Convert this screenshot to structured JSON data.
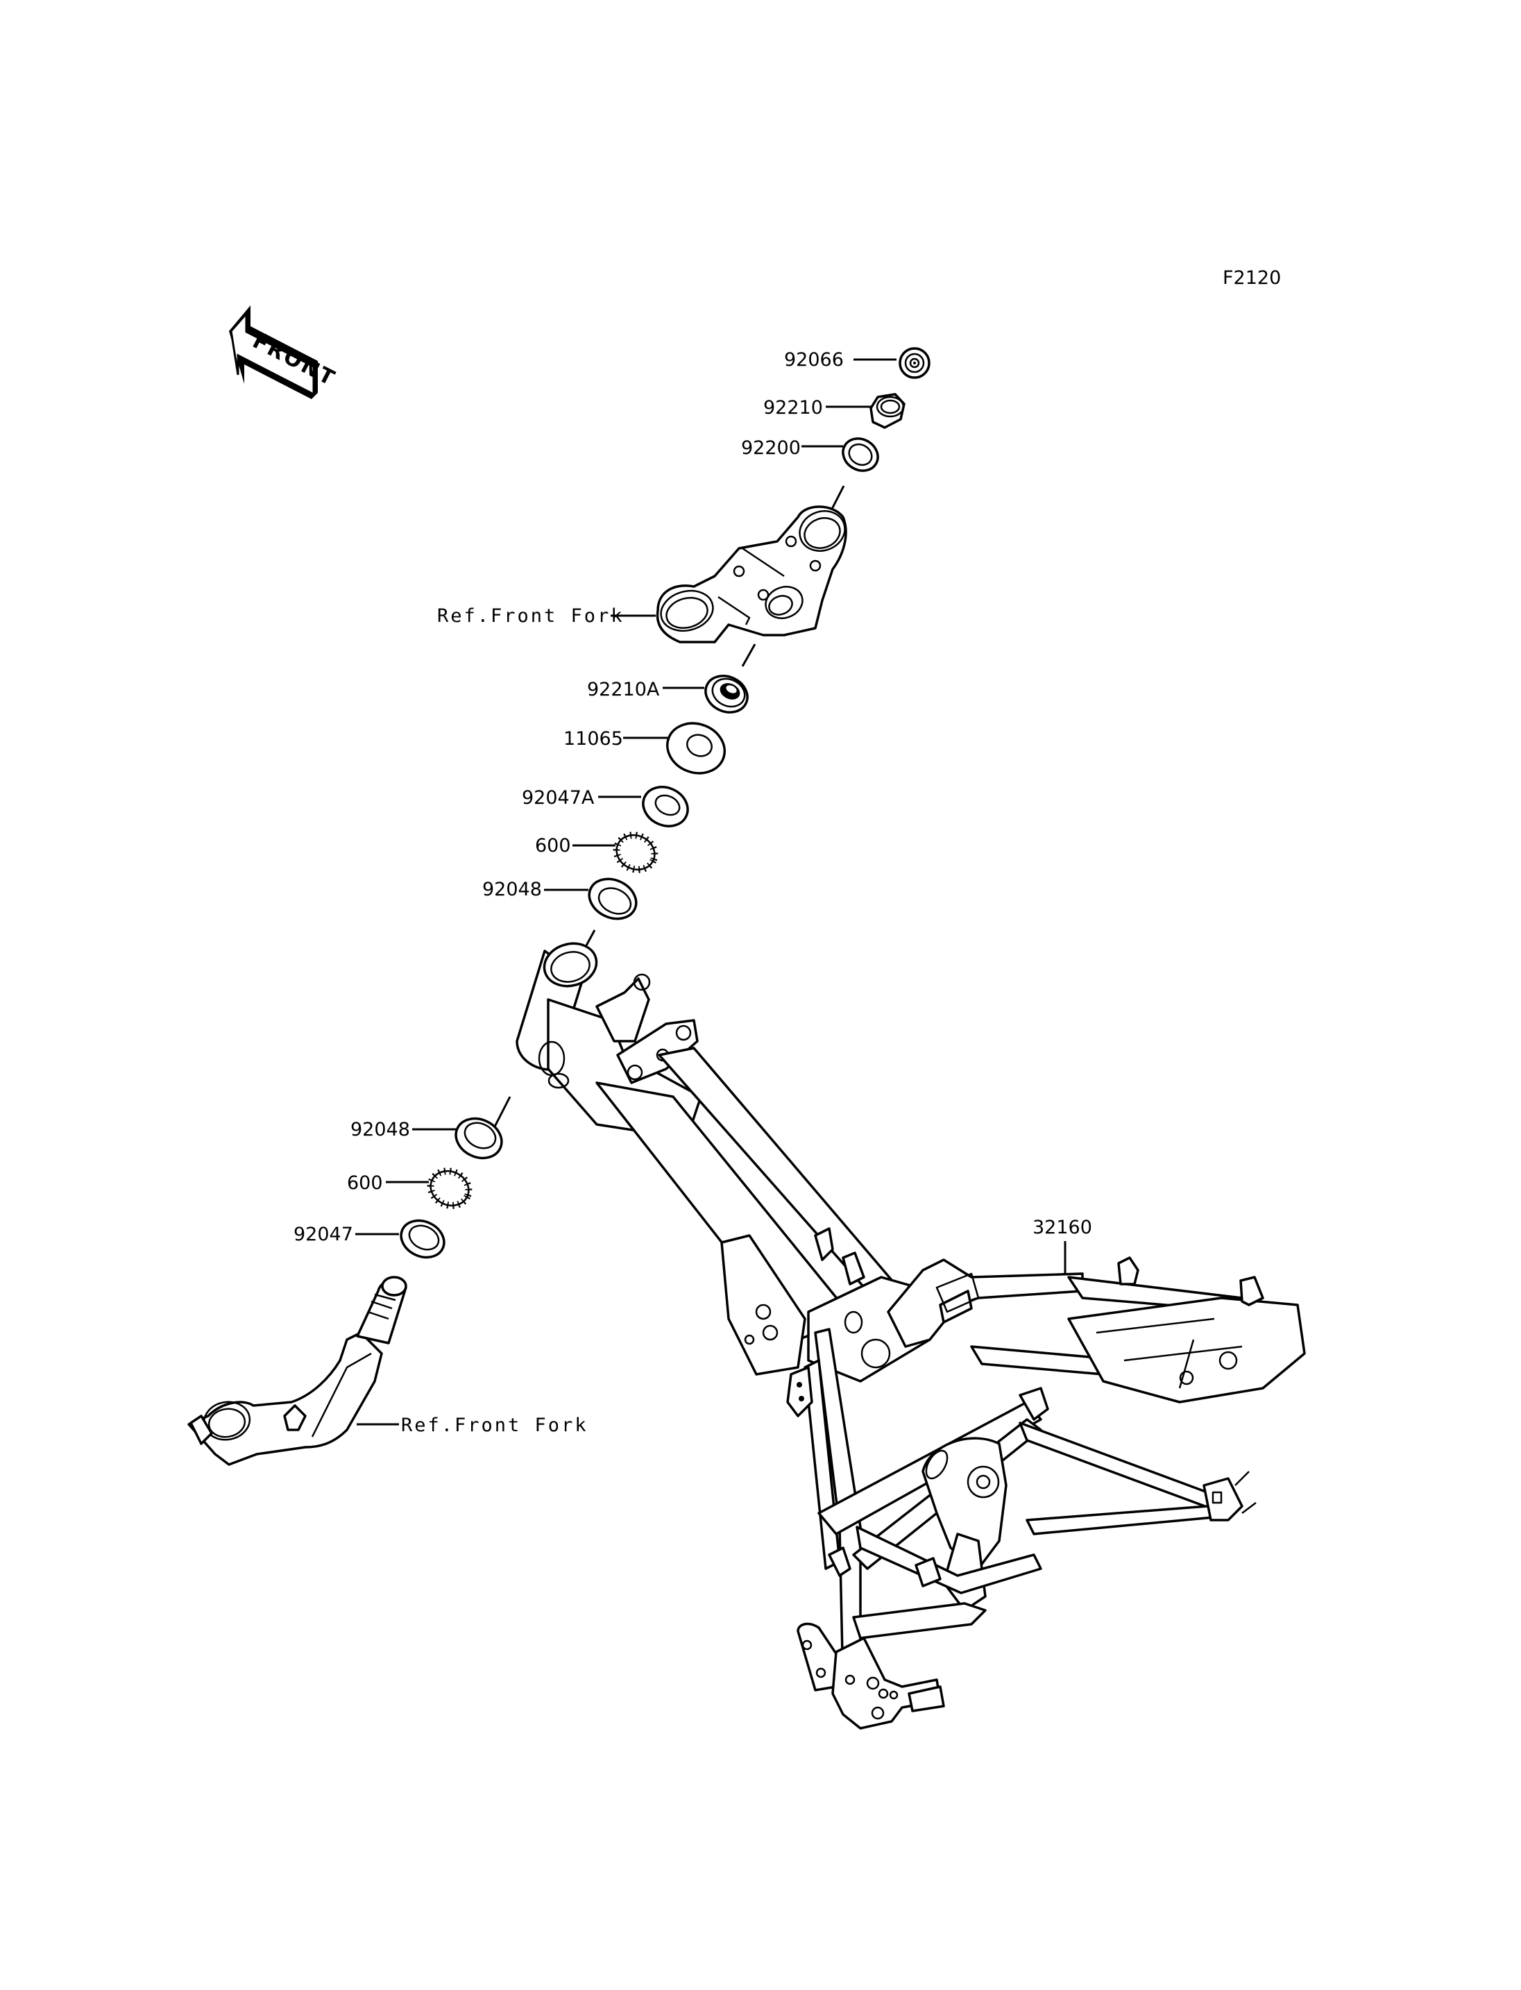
{
  "diagram": {
    "figure_code": "F2120",
    "direction_indicator": {
      "label": "FRONT",
      "icon": "front-arrow-icon"
    },
    "callouts": [
      {
        "id": "c-92066",
        "part_number": "92066",
        "part_icon": "castle-nut-icon"
      },
      {
        "id": "c-92210",
        "part_number": "92210",
        "part_icon": "hex-nut-icon"
      },
      {
        "id": "c-92200",
        "part_number": "92200",
        "part_icon": "washer-icon"
      },
      {
        "id": "c-ref-upper",
        "part_number": "Ref.Front Fork",
        "part_icon": "upper-triple-clamp-icon"
      },
      {
        "id": "c-92210A",
        "part_number": "92210A",
        "part_icon": "locknut-icon"
      },
      {
        "id": "c-11065",
        "part_number": "11065",
        "part_icon": "dust-cap-icon"
      },
      {
        "id": "c-92047A",
        "part_number": "92047A",
        "part_icon": "bearing-race-icon"
      },
      {
        "id": "c-600-upper",
        "part_number": "600",
        "part_icon": "ball-bearing-ring-icon"
      },
      {
        "id": "c-92048-upper",
        "part_number": "92048",
        "part_icon": "bearing-race-icon"
      },
      {
        "id": "c-92048-lower",
        "part_number": "92048",
        "part_icon": "bearing-race-icon"
      },
      {
        "id": "c-600-lower",
        "part_number": "600",
        "part_icon": "ball-bearing-ring-icon"
      },
      {
        "id": "c-92047",
        "part_number": "92047",
        "part_icon": "bearing-race-icon"
      },
      {
        "id": "c-ref-lower",
        "part_number": "Ref.Front Fork",
        "part_icon": "steering-stem-icon"
      },
      {
        "id": "c-32160",
        "part_number": "32160",
        "part_icon": "frame-icon"
      }
    ]
  }
}
